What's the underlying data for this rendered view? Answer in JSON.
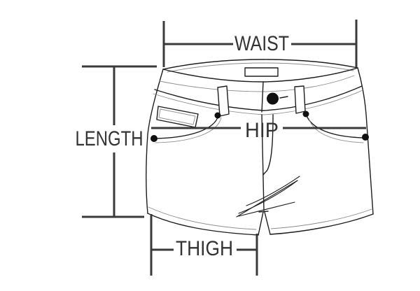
{
  "diagram": {
    "kind": "garment-size-diagram",
    "garment": "denim-shorts-line-drawing",
    "labels": {
      "waist": "WAIST",
      "length": "LENGTH",
      "hip": "HIP",
      "thigh": "THIGH"
    },
    "colors": {
      "background": "#ffffff",
      "measure": "#3a3a3a",
      "label_text": "#333333",
      "garment": "#1e1e1e",
      "stitch": "#8c8c8c",
      "hardware": "#101010"
    }
  }
}
